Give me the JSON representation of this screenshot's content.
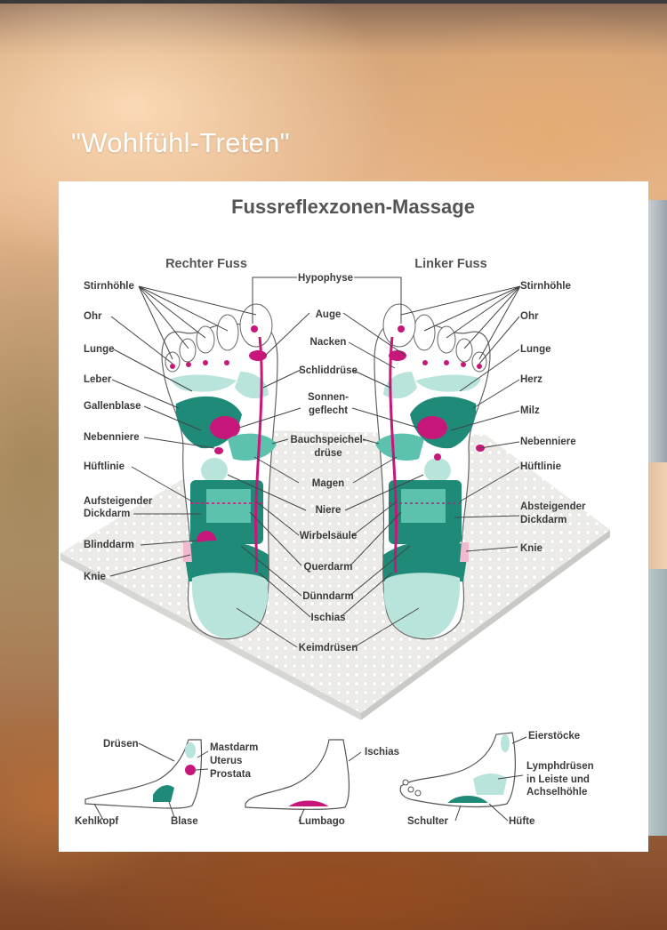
{
  "slogan": "\"Wohlfühl-Treten\"",
  "title": "Fussreflexzonen-Massage",
  "right_foot_heading": "Rechter Fuss",
  "left_foot_heading": "Linker Fuss",
  "center_labels": {
    "hypophyse": "Hypophyse",
    "auge": "Auge",
    "nacken": "Nacken",
    "schilddruese": "Schliddrüse",
    "sonnengeflecht_1": "Sonnen-",
    "sonnengeflecht_2": "geflecht",
    "bauchspeicheldruese_1": "Bauchspeichel-",
    "bauchspeicheldruese_2": "drüse",
    "magen": "Magen",
    "niere": "Niere",
    "wirbelsaeule": "Wirbelsäule",
    "querdarm": "Querdarm",
    "duenndarm": "Dünndarm",
    "ischias": "Ischias",
    "keimdruesen": "Keimdrüsen"
  },
  "right_labels": {
    "stirnhoehle": "Stirnhöhle",
    "ohr": "Ohr",
    "lunge": "Lunge",
    "leber": "Leber",
    "gallenblase": "Gallenblase",
    "nebenniere": "Nebenniere",
    "hueftlinie": "Hüftlinie",
    "aufsteigender_1": "Aufsteigender",
    "aufsteigender_2": "Dickdarm",
    "blinddarm": "Blinddarm",
    "knie": "Knie"
  },
  "left_labels": {
    "stirnhoehle": "Stirnhöhle",
    "ohr": "Ohr",
    "lunge": "Lunge",
    "herz": "Herz",
    "milz": "Milz",
    "nebenniere": "Nebenniere",
    "hueftlinie": "Hüftlinie",
    "absteigender_1": "Absteigender",
    "absteigender_2": "Dickdarm",
    "knie": "Knie"
  },
  "bottom_labels": {
    "druesen": "Drüsen",
    "mastdarm": "Mastdarm",
    "uterus": "Uterus",
    "prostata": "Prostata",
    "kehlkopf": "Kehlkopf",
    "blase": "Blase",
    "ischias": "Ischias",
    "lumbago": "Lumbago",
    "eierstoecke": "Eierstöcke",
    "lymph_1": "Lymphdrüsen",
    "lymph_2": "in Leiste und",
    "lymph_3": "Achselhöhle",
    "schulter": "Schulter",
    "huefte": "Hüfte"
  },
  "colors": {
    "teal_dark": "#1f8a78",
    "teal_mid": "#5cc1ad",
    "teal_light": "#b9e4dc",
    "magenta": "#c8177a",
    "pink_light": "#f1b8cf",
    "mat": "#f4f4f2"
  }
}
